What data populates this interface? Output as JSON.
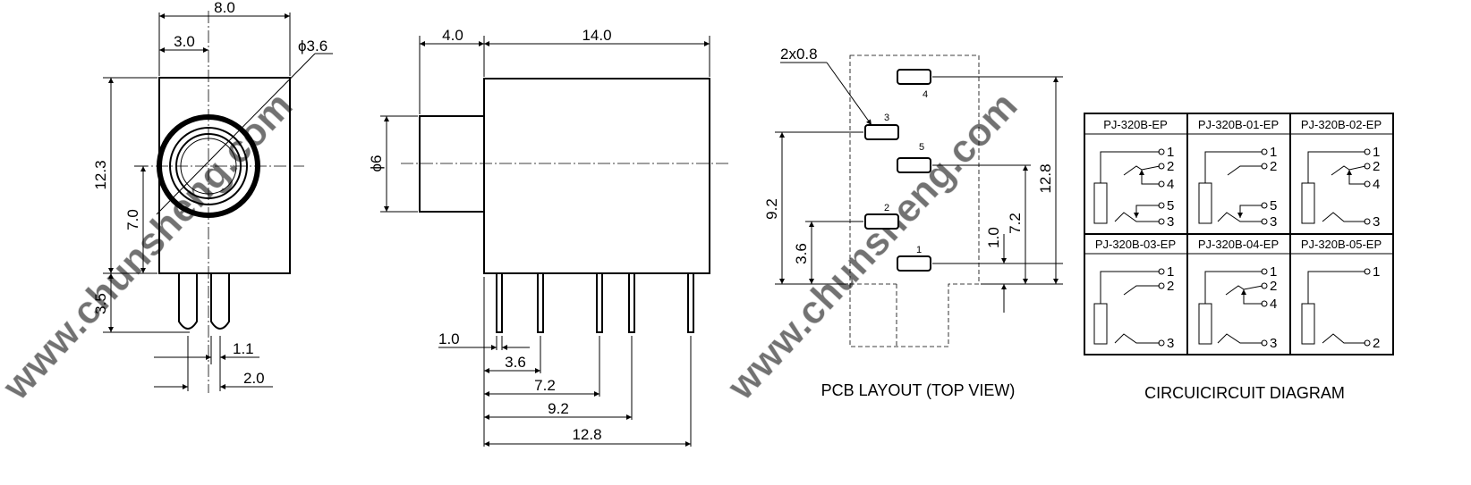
{
  "front_view": {
    "width": "8.0",
    "hole_offset": "3.0",
    "hole_diameter": "ϕ3.6",
    "height": "12.3",
    "hole_height": "7.0",
    "leg_length": "3.5",
    "leg_width": "1.1",
    "leg_pitch": "2.0"
  },
  "side_view": {
    "plug_length": "4.0",
    "body_length": "14.0",
    "plug_diameter": "ϕ6",
    "pin_width": "1.0",
    "pin_dist_1": "3.6",
    "pin_dist_2": "7.2",
    "pin_dist_3": "9.2",
    "pin_dist_4": "12.8"
  },
  "pcb_layout": {
    "caption": "PCB LAYOUT (TOP VIEW)",
    "pad_size": "2x0.8",
    "pins": [
      "1",
      "2",
      "3",
      "4",
      "5"
    ],
    "dim_9_2": "9.2",
    "dim_3_6": "3.6",
    "dim_12_8": "12.8",
    "dim_7_2": "7.2",
    "dim_1_0": "1.0"
  },
  "circuit_diagram": {
    "caption": "CIRCUICIRCUIT DIAGRAM",
    "models": [
      {
        "name": "PJ-320B-EP",
        "terminals": [
          "1",
          "2",
          "4",
          "5",
          "3"
        ]
      },
      {
        "name": "PJ-320B-01-EP",
        "terminals": [
          "1",
          "2",
          "5",
          "3"
        ]
      },
      {
        "name": "PJ-320B-02-EP",
        "terminals": [
          "1",
          "2",
          "4",
          "3"
        ]
      },
      {
        "name": "PJ-320B-03-EP",
        "terminals": [
          "1",
          "2",
          "3"
        ]
      },
      {
        "name": "PJ-320B-04-EP",
        "terminals": [
          "1",
          "2",
          "4",
          "3"
        ]
      },
      {
        "name": "PJ-320B-05-EP",
        "terminals": [
          "1",
          "2"
        ]
      }
    ]
  },
  "watermark": "www.chunsheng.com"
}
